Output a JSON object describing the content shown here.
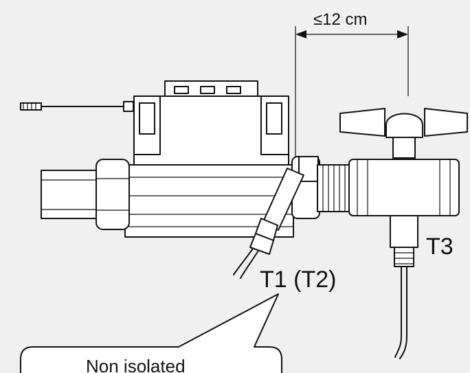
{
  "dimension": {
    "text": "≤12 cm"
  },
  "labels": {
    "t1": "T1 (T2)",
    "t3": "T3"
  },
  "callout": {
    "text": "Non isolated"
  },
  "colors": {
    "background": "#f0f0f0",
    "line": "#111111",
    "fill": "#ffffff"
  }
}
